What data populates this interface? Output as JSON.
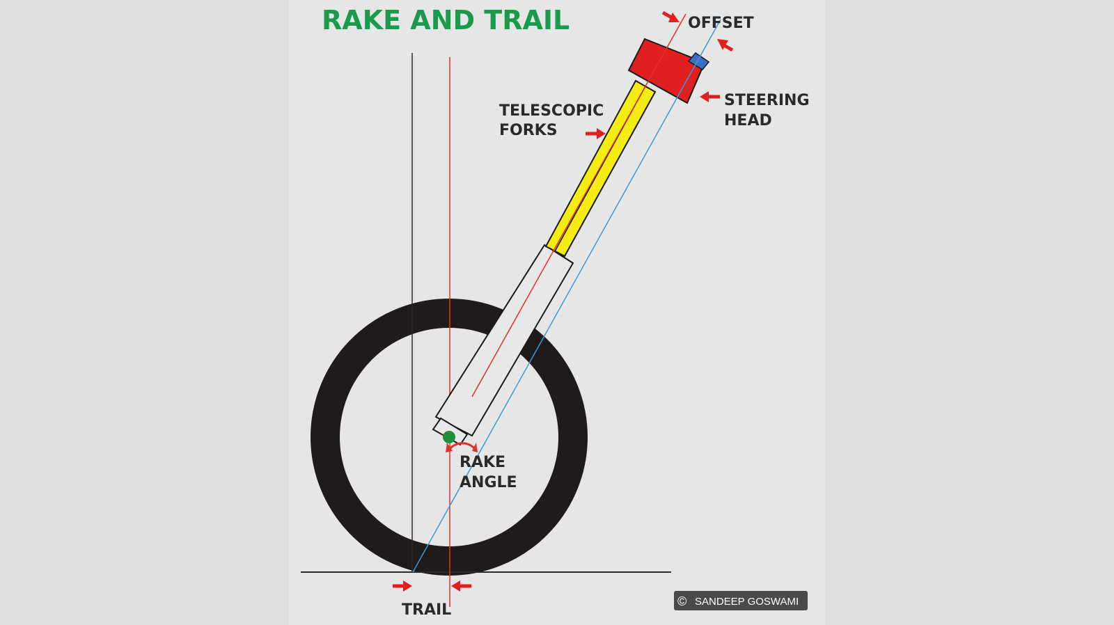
{
  "title": "RAKE AND TRAIL",
  "labels": {
    "offset": "OFFSET",
    "steering_head_line1": "STEERING",
    "steering_head_line2": "HEAD",
    "telescopic_forks_line1": "TELESCOPIC",
    "telescopic_forks_line2": "FORKS",
    "rake_angle_line1": "RAKE",
    "rake_angle_line2": "ANGLE",
    "trail": "TRAIL"
  },
  "copyright": {
    "symbol": "©",
    "text": "SANDEEP GOSWAMI"
  },
  "colors": {
    "background": "#dedede",
    "panel": "#e6e6e6",
    "title": "#1a9a4a",
    "tyre": "#1f1b1b",
    "fork_tube": "#f4ec12",
    "steering_head": "#e02020",
    "steering_cap": "#3a6fc4",
    "arrow": "#e02020",
    "red_line": "#e0302a",
    "blue_line": "#3a9ad9",
    "axle": "#1f8f3a",
    "badge": "#4a4a4a"
  }
}
